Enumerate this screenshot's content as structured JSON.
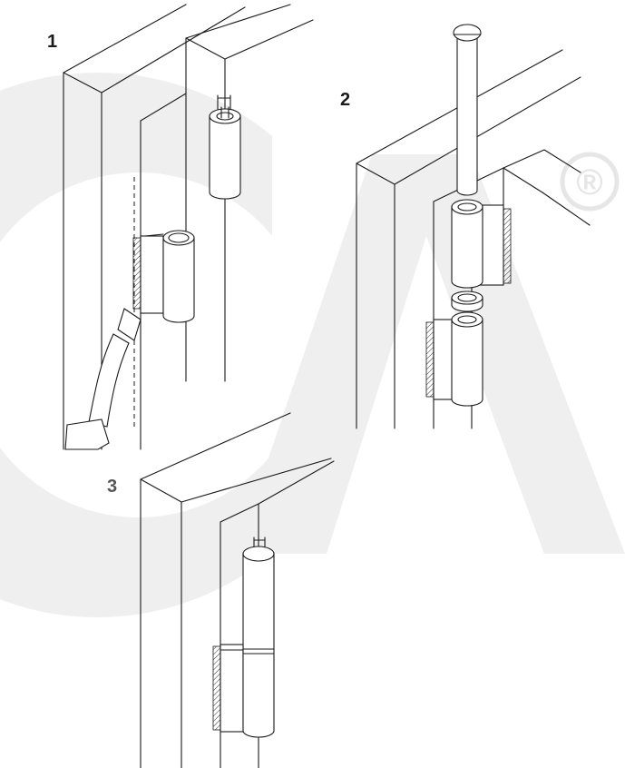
{
  "diagram": {
    "watermark": {
      "icon": "ca-logo-watermark-icon",
      "color": "#efefef",
      "registered_symbol": "®"
    },
    "steps": [
      {
        "number": "1",
        "depicts": "welding-lower-hinge-icon"
      },
      {
        "number": "2",
        "depicts": "inserting-hinge-pin-icon"
      },
      {
        "number": "3",
        "depicts": "assembled-hinge-icon"
      }
    ],
    "line_color": "#1a1a1a",
    "label_color": "#1a1a1a",
    "step3_label_color": "#555555"
  }
}
